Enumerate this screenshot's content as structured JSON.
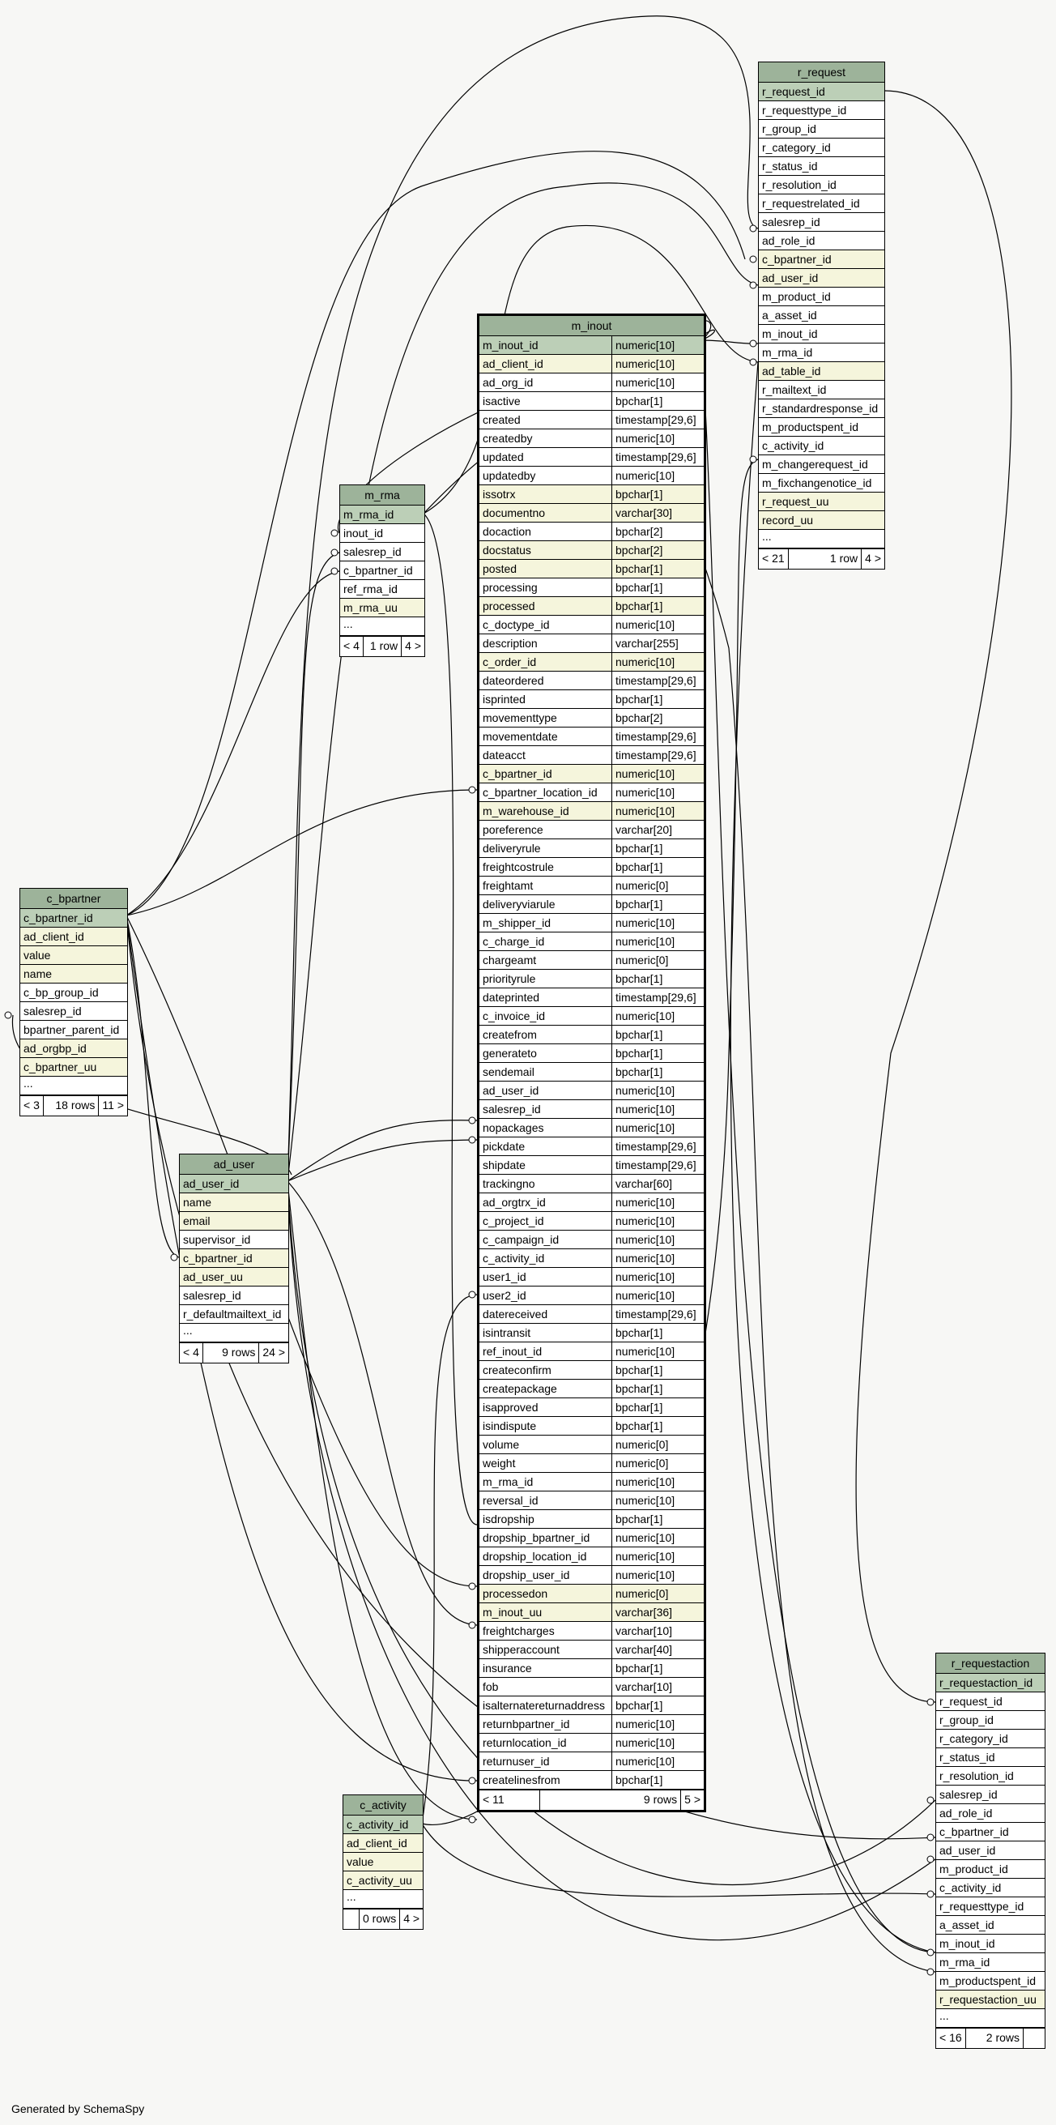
{
  "footer": "Generated by SchemaSpy",
  "colors": {
    "header": "#9db39a",
    "pk": "#bccfb7",
    "indexed": "#f5f5dc",
    "plain": "#ffffff",
    "edge": "#000000",
    "background": "#f7f7f5"
  },
  "tables": {
    "r_request": {
      "title": "r_request",
      "rows": [
        {
          "name": "r_request_id",
          "kind": "pk"
        },
        {
          "name": "r_requesttype_id",
          "kind": "plain"
        },
        {
          "name": "r_group_id",
          "kind": "plain"
        },
        {
          "name": "r_category_id",
          "kind": "plain"
        },
        {
          "name": "r_status_id",
          "kind": "plain"
        },
        {
          "name": "r_resolution_id",
          "kind": "plain"
        },
        {
          "name": "r_requestrelated_id",
          "kind": "plain"
        },
        {
          "name": "salesrep_id",
          "kind": "plain"
        },
        {
          "name": "ad_role_id",
          "kind": "plain"
        },
        {
          "name": "c_bpartner_id",
          "kind": "idx"
        },
        {
          "name": "ad_user_id",
          "kind": "idx"
        },
        {
          "name": "m_product_id",
          "kind": "plain"
        },
        {
          "name": "a_asset_id",
          "kind": "plain"
        },
        {
          "name": "m_inout_id",
          "kind": "plain"
        },
        {
          "name": "m_rma_id",
          "kind": "plain"
        },
        {
          "name": "ad_table_id",
          "kind": "idx"
        },
        {
          "name": "r_mailtext_id",
          "kind": "plain"
        },
        {
          "name": "r_standardresponse_id",
          "kind": "plain"
        },
        {
          "name": "m_productspent_id",
          "kind": "plain"
        },
        {
          "name": "c_activity_id",
          "kind": "plain"
        },
        {
          "name": "m_changerequest_id",
          "kind": "plain"
        },
        {
          "name": "m_fixchangenotice_id",
          "kind": "plain"
        },
        {
          "name": "r_request_uu",
          "kind": "idx"
        },
        {
          "name": "record_uu",
          "kind": "idx"
        },
        {
          "name": "...",
          "kind": "ell"
        }
      ],
      "footer": [
        "< 21",
        "1 row",
        "4 >"
      ]
    },
    "m_rma": {
      "title": "m_rma",
      "rows": [
        {
          "name": "m_rma_id",
          "kind": "pk"
        },
        {
          "name": "inout_id",
          "kind": "plain"
        },
        {
          "name": "salesrep_id",
          "kind": "plain"
        },
        {
          "name": "c_bpartner_id",
          "kind": "plain"
        },
        {
          "name": "ref_rma_id",
          "kind": "plain"
        },
        {
          "name": "m_rma_uu",
          "kind": "idx"
        },
        {
          "name": "...",
          "kind": "ell"
        }
      ],
      "footer": [
        "< 4",
        "1 row",
        "4 >"
      ]
    },
    "c_bpartner": {
      "title": "c_bpartner",
      "rows": [
        {
          "name": "c_bpartner_id",
          "kind": "pk"
        },
        {
          "name": "ad_client_id",
          "kind": "idx"
        },
        {
          "name": "value",
          "kind": "idx"
        },
        {
          "name": "name",
          "kind": "idx"
        },
        {
          "name": "c_bp_group_id",
          "kind": "plain"
        },
        {
          "name": "salesrep_id",
          "kind": "plain"
        },
        {
          "name": "bpartner_parent_id",
          "kind": "plain"
        },
        {
          "name": "ad_orgbp_id",
          "kind": "idx"
        },
        {
          "name": "c_bpartner_uu",
          "kind": "idx"
        },
        {
          "name": "...",
          "kind": "ell"
        }
      ],
      "footer": [
        "< 3",
        "18 rows",
        "11 >"
      ]
    },
    "ad_user": {
      "title": "ad_user",
      "rows": [
        {
          "name": "ad_user_id",
          "kind": "pk"
        },
        {
          "name": "name",
          "kind": "idx"
        },
        {
          "name": "email",
          "kind": "idx"
        },
        {
          "name": "supervisor_id",
          "kind": "plain"
        },
        {
          "name": "c_bpartner_id",
          "kind": "idx"
        },
        {
          "name": "ad_user_uu",
          "kind": "idx"
        },
        {
          "name": "salesrep_id",
          "kind": "plain"
        },
        {
          "name": "r_defaultmailtext_id",
          "kind": "plain"
        },
        {
          "name": "...",
          "kind": "ell"
        }
      ],
      "footer": [
        "< 4",
        "9 rows",
        "24 >"
      ]
    },
    "c_activity": {
      "title": "c_activity",
      "rows": [
        {
          "name": "c_activity_id",
          "kind": "pk"
        },
        {
          "name": "ad_client_id",
          "kind": "idx"
        },
        {
          "name": "value",
          "kind": "idx"
        },
        {
          "name": "c_activity_uu",
          "kind": "idx"
        },
        {
          "name": "...",
          "kind": "ell"
        }
      ],
      "footer": [
        "",
        "0 rows",
        "4 >"
      ]
    },
    "r_requestaction": {
      "title": "r_requestaction",
      "rows": [
        {
          "name": "r_requestaction_id",
          "kind": "pk"
        },
        {
          "name": "r_request_id",
          "kind": "plain"
        },
        {
          "name": "r_group_id",
          "kind": "plain"
        },
        {
          "name": "r_category_id",
          "kind": "plain"
        },
        {
          "name": "r_status_id",
          "kind": "plain"
        },
        {
          "name": "r_resolution_id",
          "kind": "plain"
        },
        {
          "name": "salesrep_id",
          "kind": "plain"
        },
        {
          "name": "ad_role_id",
          "kind": "plain"
        },
        {
          "name": "c_bpartner_id",
          "kind": "plain"
        },
        {
          "name": "ad_user_id",
          "kind": "plain"
        },
        {
          "name": "m_product_id",
          "kind": "plain"
        },
        {
          "name": "c_activity_id",
          "kind": "plain"
        },
        {
          "name": "r_requesttype_id",
          "kind": "plain"
        },
        {
          "name": "a_asset_id",
          "kind": "plain"
        },
        {
          "name": "m_inout_id",
          "kind": "plain"
        },
        {
          "name": "m_rma_id",
          "kind": "plain"
        },
        {
          "name": "m_productspent_id",
          "kind": "plain"
        },
        {
          "name": "r_requestaction_uu",
          "kind": "idx"
        },
        {
          "name": "...",
          "kind": "ell"
        }
      ],
      "footer": [
        "< 16",
        "2 rows",
        ""
      ]
    },
    "m_inout": {
      "title": "m_inout",
      "rows": [
        {
          "name": "m_inout_id",
          "type": "numeric[10]",
          "kind": "pk"
        },
        {
          "name": "ad_client_id",
          "type": "numeric[10]",
          "kind": "idx"
        },
        {
          "name": "ad_org_id",
          "type": "numeric[10]",
          "kind": "plain"
        },
        {
          "name": "isactive",
          "type": "bpchar[1]",
          "kind": "plain"
        },
        {
          "name": "created",
          "type": "timestamp[29,6]",
          "kind": "plain"
        },
        {
          "name": "createdby",
          "type": "numeric[10]",
          "kind": "plain"
        },
        {
          "name": "updated",
          "type": "timestamp[29,6]",
          "kind": "plain"
        },
        {
          "name": "updatedby",
          "type": "numeric[10]",
          "kind": "plain"
        },
        {
          "name": "issotrx",
          "type": "bpchar[1]",
          "kind": "idx"
        },
        {
          "name": "documentno",
          "type": "varchar[30]",
          "kind": "idx"
        },
        {
          "name": "docaction",
          "type": "bpchar[2]",
          "kind": "plain"
        },
        {
          "name": "docstatus",
          "type": "bpchar[2]",
          "kind": "idx"
        },
        {
          "name": "posted",
          "type": "bpchar[1]",
          "kind": "idx"
        },
        {
          "name": "processing",
          "type": "bpchar[1]",
          "kind": "plain"
        },
        {
          "name": "processed",
          "type": "bpchar[1]",
          "kind": "idx"
        },
        {
          "name": "c_doctype_id",
          "type": "numeric[10]",
          "kind": "plain"
        },
        {
          "name": "description",
          "type": "varchar[255]",
          "kind": "plain"
        },
        {
          "name": "c_order_id",
          "type": "numeric[10]",
          "kind": "idx"
        },
        {
          "name": "dateordered",
          "type": "timestamp[29,6]",
          "kind": "plain"
        },
        {
          "name": "isprinted",
          "type": "bpchar[1]",
          "kind": "plain"
        },
        {
          "name": "movementtype",
          "type": "bpchar[2]",
          "kind": "plain"
        },
        {
          "name": "movementdate",
          "type": "timestamp[29,6]",
          "kind": "plain"
        },
        {
          "name": "dateacct",
          "type": "timestamp[29,6]",
          "kind": "plain"
        },
        {
          "name": "c_bpartner_id",
          "type": "numeric[10]",
          "kind": "idx"
        },
        {
          "name": "c_bpartner_location_id",
          "type": "numeric[10]",
          "kind": "plain"
        },
        {
          "name": "m_warehouse_id",
          "type": "numeric[10]",
          "kind": "idx"
        },
        {
          "name": "poreference",
          "type": "varchar[20]",
          "kind": "plain"
        },
        {
          "name": "deliveryrule",
          "type": "bpchar[1]",
          "kind": "plain"
        },
        {
          "name": "freightcostrule",
          "type": "bpchar[1]",
          "kind": "plain"
        },
        {
          "name": "freightamt",
          "type": "numeric[0]",
          "kind": "plain"
        },
        {
          "name": "deliveryviarule",
          "type": "bpchar[1]",
          "kind": "plain"
        },
        {
          "name": "m_shipper_id",
          "type": "numeric[10]",
          "kind": "plain"
        },
        {
          "name": "c_charge_id",
          "type": "numeric[10]",
          "kind": "plain"
        },
        {
          "name": "chargeamt",
          "type": "numeric[0]",
          "kind": "plain"
        },
        {
          "name": "priorityrule",
          "type": "bpchar[1]",
          "kind": "plain"
        },
        {
          "name": "dateprinted",
          "type": "timestamp[29,6]",
          "kind": "plain"
        },
        {
          "name": "c_invoice_id",
          "type": "numeric[10]",
          "kind": "plain"
        },
        {
          "name": "createfrom",
          "type": "bpchar[1]",
          "kind": "plain"
        },
        {
          "name": "generateto",
          "type": "bpchar[1]",
          "kind": "plain"
        },
        {
          "name": "sendemail",
          "type": "bpchar[1]",
          "kind": "plain"
        },
        {
          "name": "ad_user_id",
          "type": "numeric[10]",
          "kind": "plain"
        },
        {
          "name": "salesrep_id",
          "type": "numeric[10]",
          "kind": "plain"
        },
        {
          "name": "nopackages",
          "type": "numeric[10]",
          "kind": "plain"
        },
        {
          "name": "pickdate",
          "type": "timestamp[29,6]",
          "kind": "plain"
        },
        {
          "name": "shipdate",
          "type": "timestamp[29,6]",
          "kind": "plain"
        },
        {
          "name": "trackingno",
          "type": "varchar[60]",
          "kind": "plain"
        },
        {
          "name": "ad_orgtrx_id",
          "type": "numeric[10]",
          "kind": "plain"
        },
        {
          "name": "c_project_id",
          "type": "numeric[10]",
          "kind": "plain"
        },
        {
          "name": "c_campaign_id",
          "type": "numeric[10]",
          "kind": "plain"
        },
        {
          "name": "c_activity_id",
          "type": "numeric[10]",
          "kind": "plain"
        },
        {
          "name": "user1_id",
          "type": "numeric[10]",
          "kind": "plain"
        },
        {
          "name": "user2_id",
          "type": "numeric[10]",
          "kind": "plain"
        },
        {
          "name": "datereceived",
          "type": "timestamp[29,6]",
          "kind": "plain"
        },
        {
          "name": "isintransit",
          "type": "bpchar[1]",
          "kind": "plain"
        },
        {
          "name": "ref_inout_id",
          "type": "numeric[10]",
          "kind": "plain"
        },
        {
          "name": "createconfirm",
          "type": "bpchar[1]",
          "kind": "plain"
        },
        {
          "name": "createpackage",
          "type": "bpchar[1]",
          "kind": "plain"
        },
        {
          "name": "isapproved",
          "type": "bpchar[1]",
          "kind": "plain"
        },
        {
          "name": "isindispute",
          "type": "bpchar[1]",
          "kind": "plain"
        },
        {
          "name": "volume",
          "type": "numeric[0]",
          "kind": "plain"
        },
        {
          "name": "weight",
          "type": "numeric[0]",
          "kind": "plain"
        },
        {
          "name": "m_rma_id",
          "type": "numeric[10]",
          "kind": "plain"
        },
        {
          "name": "reversal_id",
          "type": "numeric[10]",
          "kind": "plain"
        },
        {
          "name": "isdropship",
          "type": "bpchar[1]",
          "kind": "plain"
        },
        {
          "name": "dropship_bpartner_id",
          "type": "numeric[10]",
          "kind": "plain"
        },
        {
          "name": "dropship_location_id",
          "type": "numeric[10]",
          "kind": "plain"
        },
        {
          "name": "dropship_user_id",
          "type": "numeric[10]",
          "kind": "plain"
        },
        {
          "name": "processedon",
          "type": "numeric[0]",
          "kind": "idx"
        },
        {
          "name": "m_inout_uu",
          "type": "varchar[36]",
          "kind": "idx"
        },
        {
          "name": "freightcharges",
          "type": "varchar[10]",
          "kind": "plain"
        },
        {
          "name": "shipperaccount",
          "type": "varchar[40]",
          "kind": "plain"
        },
        {
          "name": "insurance",
          "type": "bpchar[1]",
          "kind": "plain"
        },
        {
          "name": "fob",
          "type": "varchar[10]",
          "kind": "plain"
        },
        {
          "name": "isalternatereturnaddress",
          "type": "bpchar[1]",
          "kind": "plain"
        },
        {
          "name": "returnbpartner_id",
          "type": "numeric[10]",
          "kind": "plain"
        },
        {
          "name": "returnlocation_id",
          "type": "numeric[10]",
          "kind": "plain"
        },
        {
          "name": "returnuser_id",
          "type": "numeric[10]",
          "kind": "plain"
        },
        {
          "name": "createlinesfrom",
          "type": "bpchar[1]",
          "kind": "plain"
        }
      ],
      "footer": [
        "< 11",
        "9 rows",
        "5 >"
      ]
    }
  }
}
